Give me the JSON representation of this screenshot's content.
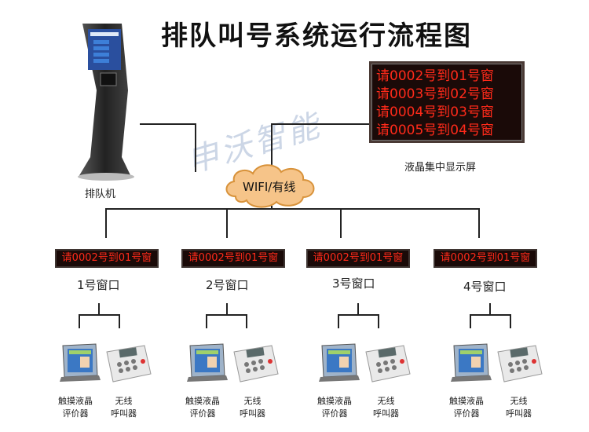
{
  "title": "排队叫号系统运行流程图",
  "watermark": "申沃智能",
  "kiosk": {
    "label": "排队机"
  },
  "network": {
    "label": "WIFI/有线"
  },
  "main_display": {
    "caption": "液晶集中显示屏",
    "lines": [
      "请0002号到01号窗",
      "请0003号到02号窗",
      "请0004号到03号窗",
      "请0005号到04号窗"
    ]
  },
  "windows": [
    {
      "led": "请0002号到01号窗",
      "label": "1号窗口",
      "eval_line1": "触摸液晶",
      "eval_line2": "评价器",
      "pager_line1": "无线",
      "pager_line2": "呼叫器"
    },
    {
      "led": "请0002号到01号窗",
      "label": "2号窗口",
      "eval_line1": "触摸液晶",
      "eval_line2": "评价器",
      "pager_line1": "无线",
      "pager_line2": "呼叫器"
    },
    {
      "led": "请0002号到01号窗",
      "label": "3号窗口",
      "eval_line1": "触摸液晶",
      "eval_line2": "评价器",
      "pager_line1": "无线",
      "pager_line2": "呼叫器"
    },
    {
      "led": "请0002号到01号窗",
      "label": "4号窗口",
      "eval_line1": "触摸液晶",
      "eval_line2": "评价器",
      "pager_line1": "无线",
      "pager_line2": "呼叫器"
    }
  ]
}
